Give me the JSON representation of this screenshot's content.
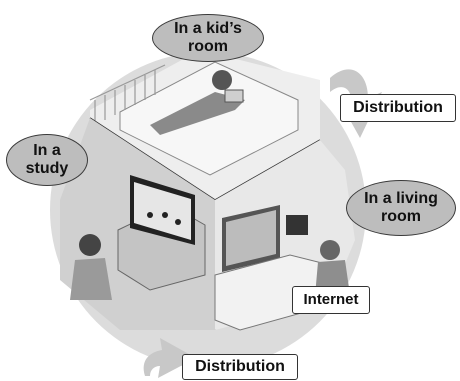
{
  "rooms": {
    "kids_room": {
      "line1": "In a kid’s",
      "line2": "room"
    },
    "study": {
      "line1": "In a",
      "line2": "study"
    },
    "living_room": {
      "line1": "In a living",
      "line2": "room"
    }
  },
  "labels": {
    "distribution_top": "Distribution",
    "distribution_bottom": "Distribution",
    "internet": "Internet"
  },
  "colors": {
    "oval_fill": "#bdbdbd",
    "circle_fill": "#d9d9d9",
    "arrow_fill": "#c8c8c8"
  }
}
